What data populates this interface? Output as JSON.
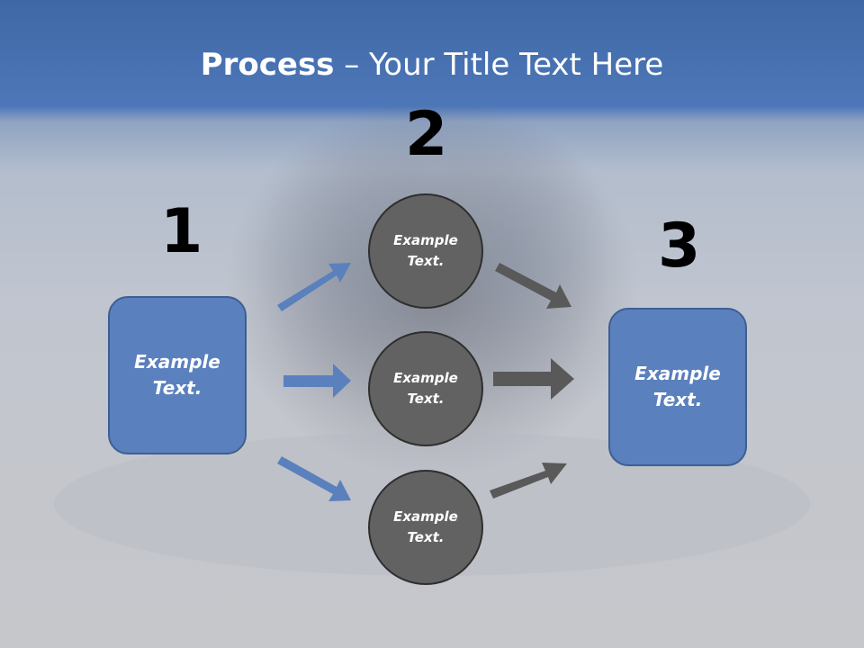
{
  "title": {
    "bold": "Process",
    "rest": " – Your Title Text Here"
  },
  "steps": {
    "one": "1",
    "two": "2",
    "three": "3"
  },
  "left_box": {
    "text": "Example Text."
  },
  "right_box": {
    "text": "Example Text."
  },
  "circles": [
    {
      "text": "Example Text."
    },
    {
      "text": "Example Text."
    },
    {
      "text": "Example Text."
    }
  ],
  "colors": {
    "blue": "#5a80bd",
    "gray": "#626262",
    "arrow_gray": "#595959"
  }
}
